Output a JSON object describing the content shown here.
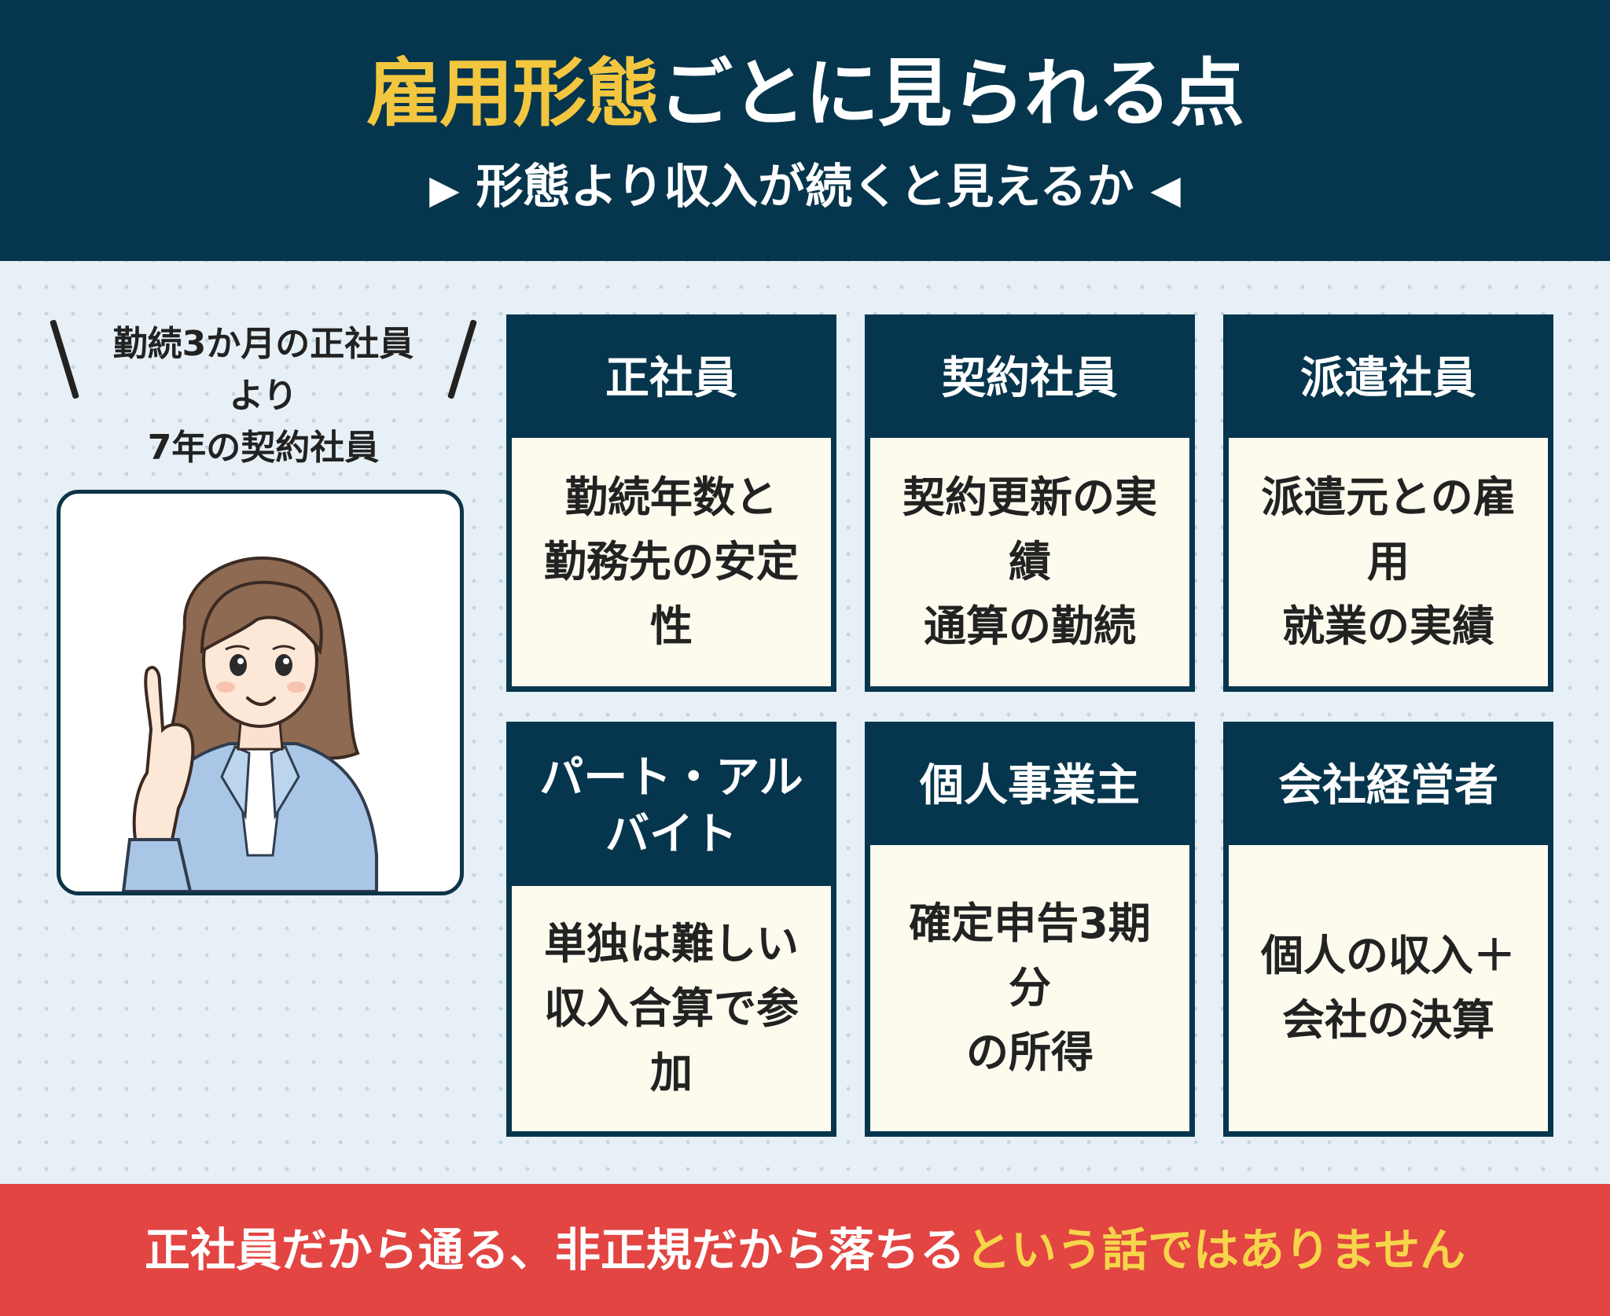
{
  "header": {
    "title_highlight": "雇用形態",
    "title_rest": "ごとに見られる点",
    "subtitle_left_marker": "▶",
    "subtitle": "形態より収入が続くと見えるか",
    "subtitle_right_marker": "◀"
  },
  "speech": {
    "line1": "勤続3か月の正社員",
    "line2": "より",
    "line3": "7年の契約社員"
  },
  "cards": [
    {
      "title": "正社員",
      "body": [
        "勤続年数と",
        "勤務先の安定",
        "性"
      ]
    },
    {
      "title": "契約社員",
      "body": [
        "契約更新の実",
        "績",
        "通算の勤続"
      ]
    },
    {
      "title": "派遣社員",
      "body": [
        "派遣元との雇",
        "用",
        "就業の実績"
      ]
    },
    {
      "title": [
        "パート・アル",
        "バイト"
      ],
      "body": [
        "単独は難しい",
        "収入合算で参",
        "加"
      ]
    },
    {
      "title": "個人事業主",
      "body": [
        "確定申告3期",
        "分",
        "の所得"
      ]
    },
    {
      "title": "会社経営者",
      "body": [
        "個人の収入＋",
        "会社の決算"
      ]
    }
  ],
  "footer": {
    "text_main": "正社員だから通る、非正規だから落ちる",
    "text_highlight": "という話ではありません"
  },
  "colors": {
    "navy": "#06364d",
    "yellow": "#f3c63f",
    "red": "#e24542",
    "card_body": "#fdfbee",
    "background": "#e6f0f6"
  }
}
